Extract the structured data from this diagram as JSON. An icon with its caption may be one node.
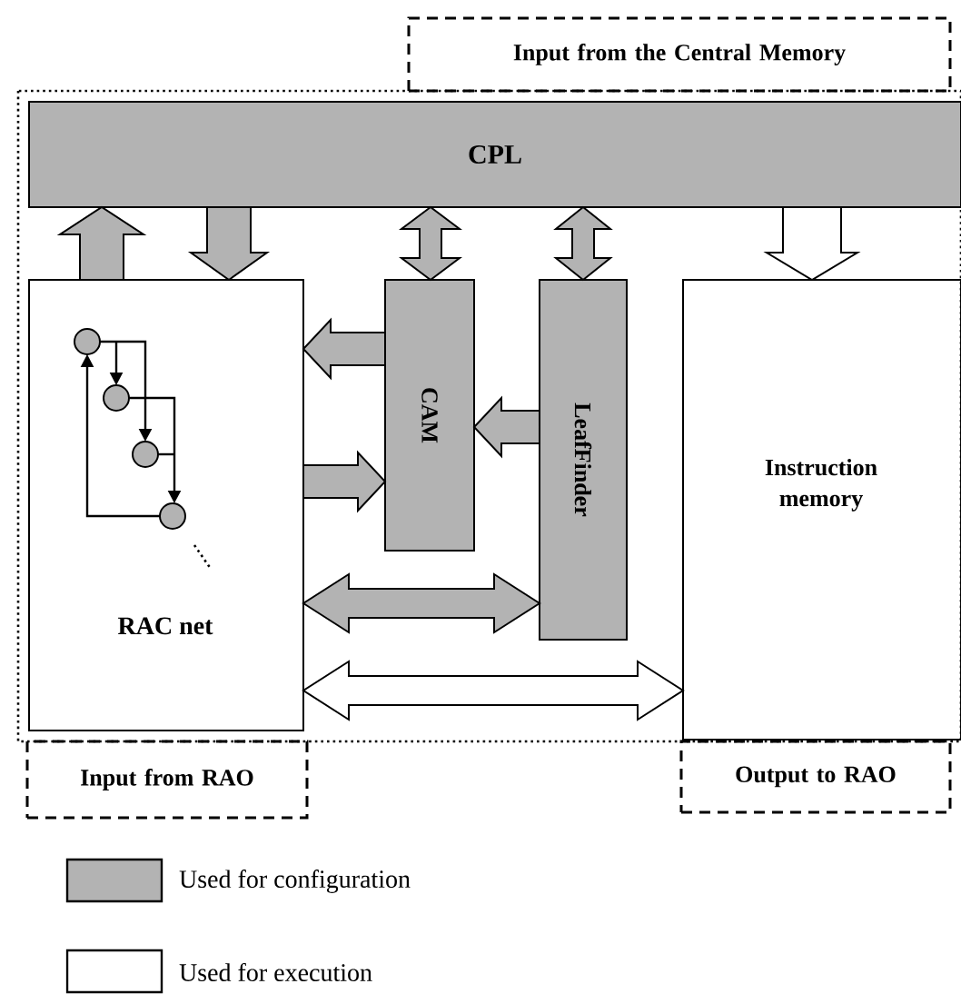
{
  "diagram": {
    "nodes": [
      {
        "text": [
          "Input from the Central Memory"
        ]
      },
      {
        "text": [
          "CPL"
        ]
      },
      {
        "text": [
          "RAC net"
        ]
      },
      {
        "text": [
          "CAM"
        ]
      },
      {
        "text": [
          "LeafFinder"
        ]
      },
      {
        "text": [
          "Instruction memory"
        ]
      },
      {
        "text": [
          "Input from RAO"
        ]
      },
      {
        "text": [
          "Output to RAO"
        ]
      }
    ],
    "edges": [
      {
        "from": 2,
        "to": 1,
        "arrow": "to"
      },
      {
        "from": 1,
        "to": 2,
        "arrow": "to"
      },
      {
        "from": 1,
        "to": 3,
        "arrow": "both"
      },
      {
        "from": 1,
        "to": 4,
        "arrow": "both"
      },
      {
        "from": 1,
        "to": 5,
        "arrow": "to",
        "color": "#ffffff"
      },
      {
        "from": 3,
        "to": 2,
        "arrow": "to"
      },
      {
        "from": 4,
        "to": 3,
        "arrow": "to"
      },
      {
        "from": 2,
        "to": 3,
        "arrow": "to"
      },
      {
        "from": 2,
        "to": 4,
        "arrow": "both"
      },
      {
        "from": 2,
        "to": 5,
        "arrow": "both",
        "color": "#ffffff"
      }
    ],
    "legend": [
      {
        "text": "Used for configuration",
        "color": "#b3b3b3"
      },
      {
        "text": "Used for execution"
      }
    ]
  }
}
